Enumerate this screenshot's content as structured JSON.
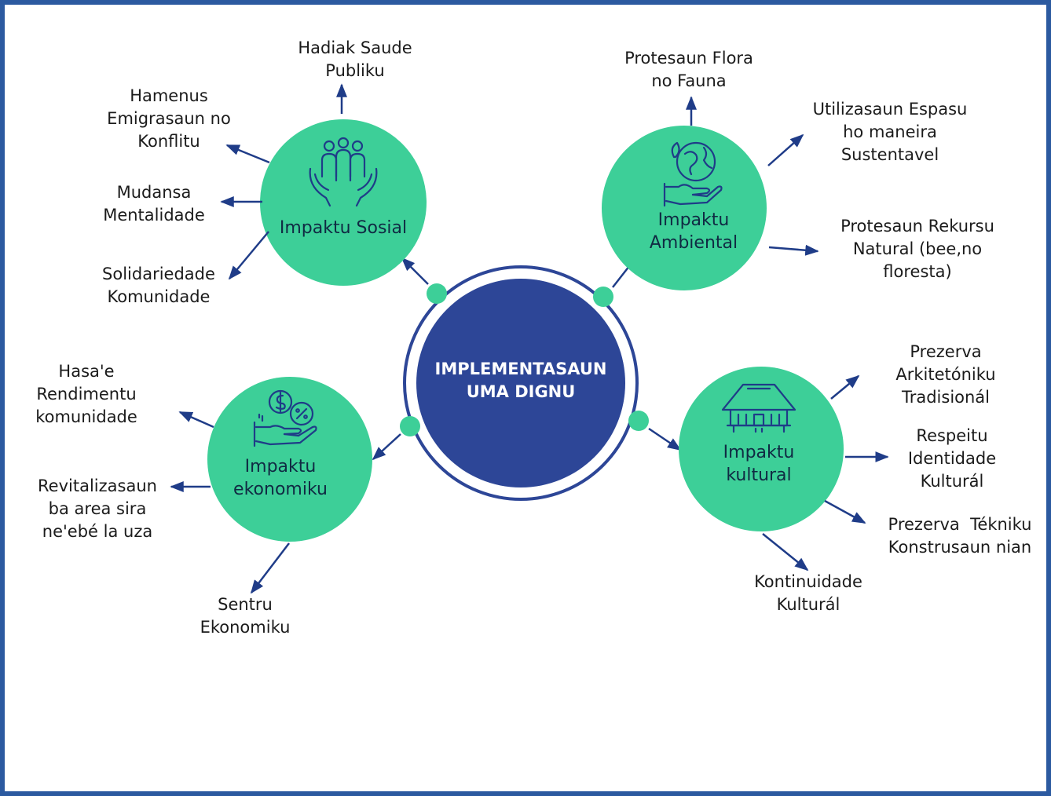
{
  "colors": {
    "frame": "#2c5aa0",
    "hub": "#2d4697",
    "node": "#3dcf98",
    "arrow": "#1f3c88",
    "icon": "#1f3c88"
  },
  "center": {
    "title": "IMPLEMENTASAUN\nUMA DIGNU"
  },
  "nodes": {
    "sosial": {
      "label": "Impaktu Sosial",
      "icon": "people-in-hands-icon",
      "items": [
        "Hadiak Saude\nPubliku",
        "Hamenus\nEmigrasaun no\nKonflitu",
        "Mudansa\nMentalidade",
        "Solidariedade\nKomunidade"
      ]
    },
    "ambiental": {
      "label": "Impaktu\nAmbiental",
      "icon": "globe-in-hand-icon",
      "items": [
        "Protesaun Flora\nno Fauna",
        "Utilizasaun Espasu\nho maneira\nSustentavel",
        "Protesaun Rekursu\nNatural (bee,no\nfloresta)"
      ]
    },
    "ekonomiku": {
      "label": "Impaktu\nekonomiku",
      "icon": "money-hand-icon",
      "items": [
        "Hasa'e\nRendimentu\nkomunidade",
        "Revitalizasaun\nba area sira\nne'ebé la uza",
        "Sentru\nEkonomiku"
      ]
    },
    "kultural": {
      "label": "Impaktu\nkultural",
      "icon": "traditional-house-icon",
      "items": [
        "Prezerva\nArkitetóniku\nTradisionál",
        "Respeitu\nIdentidade\nKulturál",
        "Prezerva  Tékniku\nKonstrusaun nian",
        "Kontinuidade\nKulturál"
      ]
    }
  }
}
